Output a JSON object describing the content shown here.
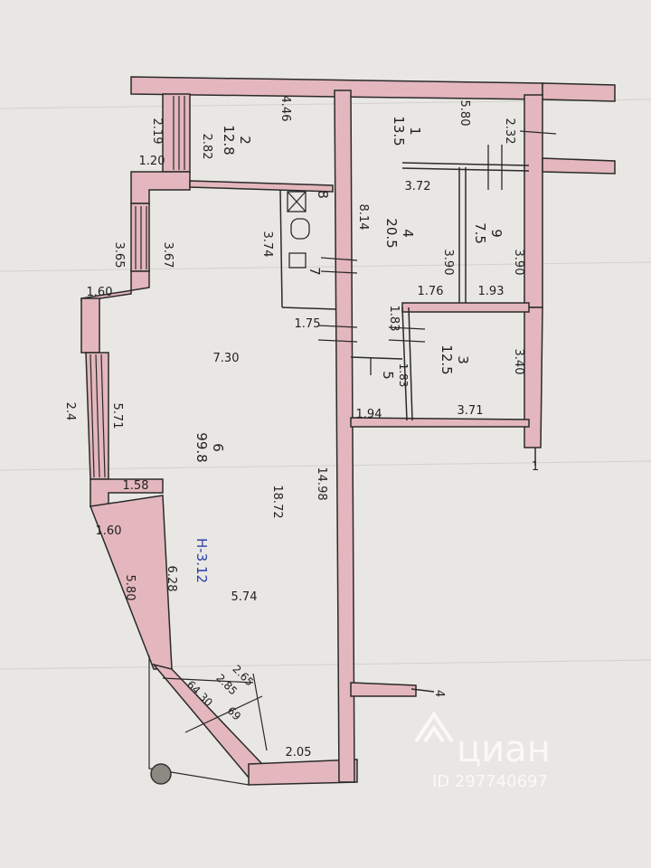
{
  "plan": {
    "rooms": [
      {
        "id": "room-1",
        "number": "1",
        "area": "13.5"
      },
      {
        "id": "room-2",
        "number": "2",
        "area": "12.8"
      },
      {
        "id": "room-3",
        "number": "3",
        "area": "12.5"
      },
      {
        "id": "room-4",
        "number": "4",
        "area": "20.5"
      },
      {
        "id": "room-6",
        "number": "6",
        "area": "99.8"
      },
      {
        "id": "room-7",
        "number": "7",
        "area": ""
      },
      {
        "id": "room-8",
        "number": "8",
        "area": ""
      },
      {
        "id": "room-9",
        "number": "9",
        "area": "7.5"
      },
      {
        "id": "room-5",
        "number": "5",
        "area": "1.83"
      }
    ],
    "dimensions": {
      "d_4_46": "4.46",
      "d_2_19": "2.19",
      "d_2_82": "2.82",
      "d_1_20": "1.20",
      "d_5_80_top": "5.80",
      "d_2_32": "2.32",
      "d_3_72": "3.72",
      "d_8_14": "8.14",
      "d_3_74": "3.74",
      "d_3_90a": "3.90",
      "d_3_90b": "3.90",
      "d_1_76": "1.76",
      "d_1_93": "1.93",
      "d_3_65": "3.65",
      "d_3_67": "3.67",
      "d_1_60a": "1.60",
      "d_1_75": "1.75",
      "d_1_83": "1.83",
      "d_3_40": "3.40",
      "d_7_30": "7.30",
      "d_1_94": "1.94",
      "d_3_71": "3.71",
      "d_5_71": "5.71",
      "d_2_4": "2.4",
      "d_14_98": "14.98",
      "d_18_72": "18.72",
      "d_1_58": "1.58",
      "d_1_60b": "1.60",
      "d_5_80_left": "5.80",
      "d_6_28": "6.28",
      "d_5_74": "5.74",
      "d_2_65": "2.65",
      "d_2_85": "2.85",
      "d_64_30": "64.30",
      "d_69": "69",
      "d_2_05": "2.05"
    },
    "handwritten_note": "Н-3.12",
    "axis_marker_1": "1",
    "axis_marker_4": "4"
  },
  "watermark": {
    "brand": "циан",
    "id_text": "ID 297740697"
  },
  "colors": {
    "paper": "#e9e7e3",
    "wall_fill": "#e3b7bd",
    "line": "#2a2a2a",
    "note_blue": "#2b3ea8"
  }
}
